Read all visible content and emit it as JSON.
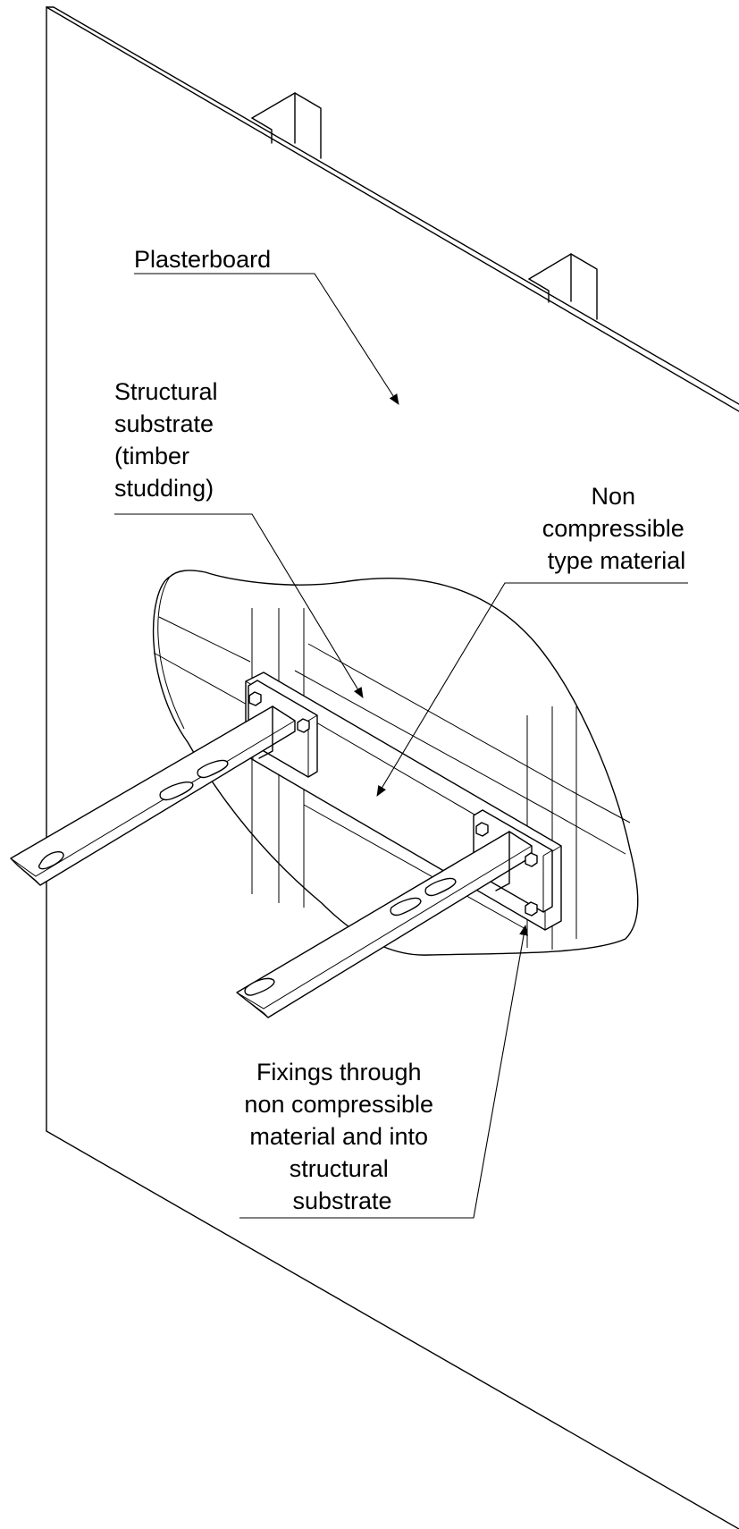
{
  "labels": {
    "plasterboard": [
      "Plasterboard"
    ],
    "substrate": [
      "Structural",
      "substrate",
      "(timber",
      "studding)"
    ],
    "non_compressible": [
      "Non",
      "compressible",
      "type material"
    ],
    "fixings": [
      "Fixings through",
      "non compressible",
      "material and into",
      "structural",
      "substrate"
    ]
  },
  "colors": {
    "line": "#000000",
    "background": "#ffffff"
  }
}
